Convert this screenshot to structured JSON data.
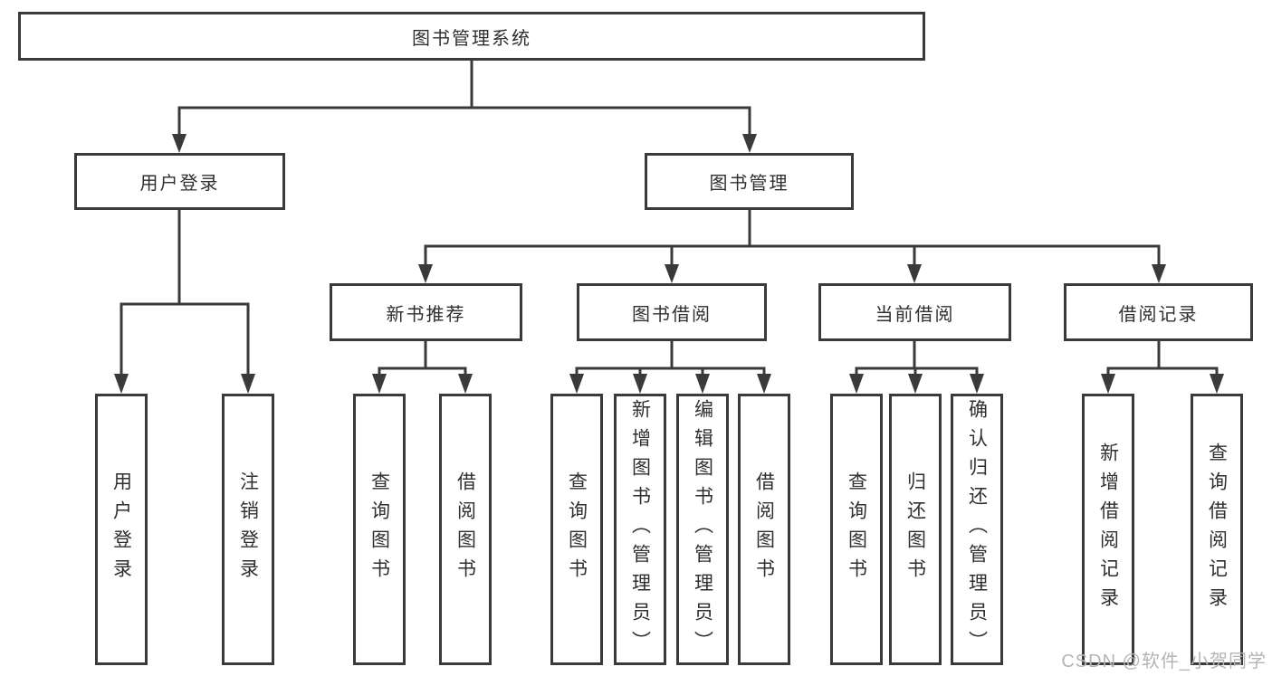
{
  "watermark": "CSDN @软件_小贺同学",
  "colors": {
    "line": "#3a3a3a",
    "text": "#2f2f2f",
    "watermark": "#b5b5b5"
  },
  "tree": {
    "root": "图书管理系统",
    "children": [
      {
        "label": "用户登录",
        "children": [
          "用户登录",
          "注销登录"
        ]
      },
      {
        "label": "图书管理",
        "children": [
          {
            "label": "新书推荐",
            "children": [
              "查询图书",
              "借阅图书"
            ]
          },
          {
            "label": "图书借阅",
            "children": [
              "查询图书",
              "新增图书（管理员）",
              "编辑图书（管理员）",
              "借阅图书"
            ]
          },
          {
            "label": "当前借阅",
            "children": [
              "查询图书",
              "归还图书",
              "确认归还（管理员）"
            ]
          },
          {
            "label": "借阅记录",
            "children": [
              "新增借阅记录",
              "查询借阅记录"
            ]
          }
        ]
      }
    ]
  }
}
